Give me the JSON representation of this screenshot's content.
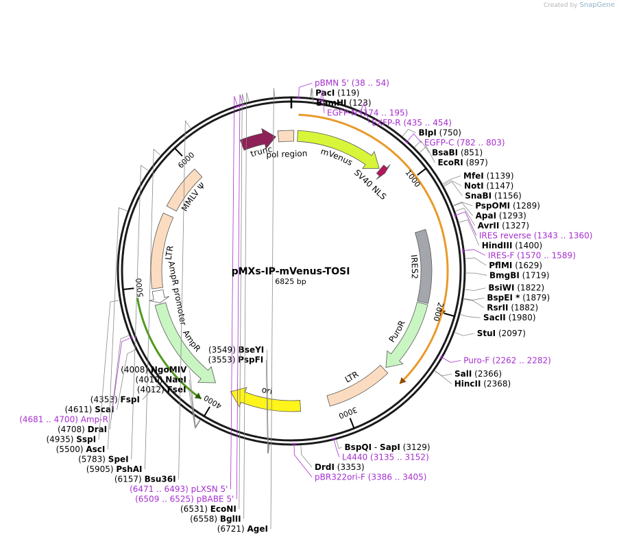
{
  "brand": {
    "prefix": "Created by",
    "name": "SnapGene"
  },
  "plasmid": {
    "name": "pMXs-IP-mVenus-TOSI",
    "size": "6825 bp",
    "length": 6825
  },
  "ticks": [
    {
      "text": "1000",
      "bp": 1000
    },
    {
      "text": "2000",
      "bp": 2000
    },
    {
      "text": "3000",
      "bp": 3000
    },
    {
      "text": "4000",
      "bp": 4000
    },
    {
      "text": "5000",
      "bp": 5000
    },
    {
      "text": "6000",
      "bp": 6000
    }
  ],
  "sites": [
    {
      "name": "AgeI",
      "coord": "(6721)",
      "bp": 6721,
      "type": "enzyme"
    },
    {
      "name": "BglII",
      "coord": "(6558)",
      "bp": 6558,
      "type": "enzyme"
    },
    {
      "name": "EcoNI",
      "coord": "(6531)",
      "bp": 6531,
      "type": "enzyme"
    },
    {
      "name": "pBABE 5'",
      "coord": "(6509 .. 6525)",
      "bp": 6517,
      "type": "primer"
    },
    {
      "name": "pLXSN 5'",
      "coord": "(6471 .. 6493)",
      "bp": 6482,
      "type": "primer"
    },
    {
      "name": "Bsu36I",
      "coord": "(6157)",
      "bp": 6157,
      "type": "enzyme"
    },
    {
      "name": "PshAI",
      "coord": "(5905)",
      "bp": 5905,
      "type": "enzyme"
    },
    {
      "name": "SpeI",
      "coord": "(5783)",
      "bp": 5783,
      "type": "enzyme"
    },
    {
      "name": "AscI",
      "coord": "(5500)",
      "bp": 5500,
      "type": "enzyme"
    },
    {
      "name": "SspI",
      "coord": "(4935)",
      "bp": 4935,
      "type": "enzyme"
    },
    {
      "name": "DraI",
      "coord": "(4708)",
      "bp": 4708,
      "type": "enzyme"
    },
    {
      "name": "Amp-R",
      "coord": "(4681 .. 4700)",
      "bp": 4690,
      "type": "primer"
    },
    {
      "name": "ScaI",
      "coord": "(4611)",
      "bp": 4611,
      "type": "enzyme"
    },
    {
      "name": "FspI",
      "coord": "(4353)",
      "bp": 4353,
      "type": "enzyme"
    },
    {
      "name": "FseI",
      "coord": "(4012)",
      "bp": 4012,
      "type": "enzyme"
    },
    {
      "name": "NaeI",
      "coord": "(4010)",
      "bp": 4010,
      "type": "enzyme"
    },
    {
      "name": "NgoMIV",
      "coord": "(4008)",
      "bp": 4008,
      "type": "enzyme"
    },
    {
      "name": "PspFI",
      "coord": "(3553)",
      "bp": 3553,
      "type": "enzyme"
    },
    {
      "name": "BseYI",
      "coord": "(3549)",
      "bp": 3549,
      "type": "enzyme"
    },
    {
      "name": "pBR322ori-F",
      "coord": "(3386 .. 3405)",
      "bp": 3395,
      "type": "primer"
    },
    {
      "name": "DrdI",
      "coord": "(3353)",
      "bp": 3353,
      "type": "enzyme"
    },
    {
      "name": "L4440",
      "coord": "(3135 .. 3152)",
      "bp": 3143,
      "type": "primer"
    },
    {
      "name": "BspQI",
      "name2": "SapI",
      "coord": "(3129)",
      "bp": 3129,
      "type": "enzyme"
    },
    {
      "name": "pBMN 5'",
      "coord": "(38 .. 54)",
      "bp": 46,
      "type": "primer"
    },
    {
      "name": "PacI",
      "coord": "(119)",
      "bp": 119,
      "type": "enzyme"
    },
    {
      "name": "BamHI",
      "coord": "(123)",
      "bp": 123,
      "type": "enzyme"
    },
    {
      "name": "EGFP-N",
      "coord": "(174 .. 195)",
      "bp": 184,
      "type": "primer"
    },
    {
      "name": "EXFP-R",
      "coord": "(435 .. 454)",
      "bp": 444,
      "type": "primer"
    },
    {
      "name": "BlpI",
      "coord": "(750)",
      "bp": 750,
      "type": "enzyme"
    },
    {
      "name": "EGFP-C",
      "coord": "(782 .. 803)",
      "bp": 792,
      "type": "primer"
    },
    {
      "name": "BsaBI",
      "coord": "(851)",
      "bp": 851,
      "type": "enzyme"
    },
    {
      "name": "EcoRI",
      "coord": "(897)",
      "bp": 897,
      "type": "enzyme"
    },
    {
      "name": "MfeI",
      "coord": "(1139)",
      "bp": 1139,
      "type": "enzyme"
    },
    {
      "name": "NotI",
      "coord": "(1147)",
      "bp": 1147,
      "type": "enzyme"
    },
    {
      "name": "SnaBI",
      "coord": "(1156)",
      "bp": 1156,
      "type": "enzyme"
    },
    {
      "name": "PspOMI",
      "coord": "(1289)",
      "bp": 1289,
      "type": "enzyme"
    },
    {
      "name": "ApaI",
      "coord": "(1293)",
      "bp": 1293,
      "type": "enzyme"
    },
    {
      "name": "AvrII",
      "coord": "(1327)",
      "bp": 1327,
      "type": "enzyme"
    },
    {
      "name": "IRES reverse",
      "coord": "(1343 .. 1360)",
      "bp": 1351,
      "type": "primer"
    },
    {
      "name": "HindIII",
      "coord": "(1400)",
      "bp": 1400,
      "type": "enzyme"
    },
    {
      "name": "IRES-F",
      "coord": "(1570 .. 1589)",
      "bp": 1579,
      "type": "primer"
    },
    {
      "name": "PflMI",
      "coord": "(1629)",
      "bp": 1629,
      "type": "enzyme"
    },
    {
      "name": "BmgBI",
      "coord": "(1719)",
      "bp": 1719,
      "type": "enzyme"
    },
    {
      "name": "BsiWI",
      "coord": "(1822)",
      "bp": 1822,
      "type": "enzyme"
    },
    {
      "name": "BspEI",
      "suffix": "*",
      "coord": "(1879)",
      "bp": 1879,
      "type": "enzyme"
    },
    {
      "name": "RsrII",
      "coord": "(1882)",
      "bp": 1882,
      "type": "enzyme"
    },
    {
      "name": "SacII",
      "coord": "(1980)",
      "bp": 1980,
      "type": "enzyme"
    },
    {
      "name": "StuI",
      "coord": "(2097)",
      "bp": 2097,
      "type": "enzyme"
    },
    {
      "name": "Puro-F",
      "coord": "(2262 .. 2282)",
      "bp": 2272,
      "type": "primer"
    },
    {
      "name": "SalI",
      "coord": "(2366)",
      "bp": 2366,
      "type": "enzyme"
    },
    {
      "name": "HincII",
      "coord": "(2368)",
      "bp": 2368,
      "type": "enzyme"
    }
  ],
  "features": [
    {
      "name": "gag (truncated)",
      "color": "#8e2157",
      "start": 6420,
      "end": 6700,
      "dir": 1
    },
    {
      "name": "pol region",
      "color": "#fcdcc0",
      "start": 6720,
      "end": 20,
      "dir": 0
    },
    {
      "name": "mVenus",
      "color": "#d8f53a",
      "start": 50,
      "end": 770,
      "dir": 1
    },
    {
      "name": "SV40 NLS",
      "color": "#b11a5a",
      "start": 780,
      "end": 830,
      "dir": 1
    },
    {
      "name": "IRES2",
      "color": "#a3a7ab",
      "start": 1380,
      "end": 1960,
      "dir": 0
    },
    {
      "name": "PuroR",
      "color": "#c9f5c3",
      "start": 1970,
      "end": 2570,
      "dir": 1
    },
    {
      "name": "LTR",
      "color": "#fcdcc0",
      "start": 2590,
      "end": 3110,
      "dir": 0
    },
    {
      "name": "ori",
      "color": "#fff51a",
      "start": 3340,
      "end": 3920,
      "dir": 1
    },
    {
      "name": "AmpR",
      "color": "#c9f5c3",
      "start": 4060,
      "end": 4850,
      "dir": -1
    },
    {
      "name": "AmpR promoter",
      "color": "#ffffff",
      "start": 4860,
      "end": 4960,
      "dir": -1
    },
    {
      "name": "LTR",
      "color": "#fcdcc0",
      "start": 4980,
      "end": 5580,
      "dir": 0
    },
    {
      "name": "MMLV Ψ",
      "color": "#fcdcc0",
      "start": 5640,
      "end": 6000,
      "dir": 0
    }
  ],
  "orfs": [
    {
      "start": 50,
      "end": 2020,
      "dir": 1
    },
    {
      "start": 1960,
      "end": 2580,
      "dir": 1
    },
    {
      "start": 4080,
      "end": 4930,
      "dir": -1
    }
  ]
}
